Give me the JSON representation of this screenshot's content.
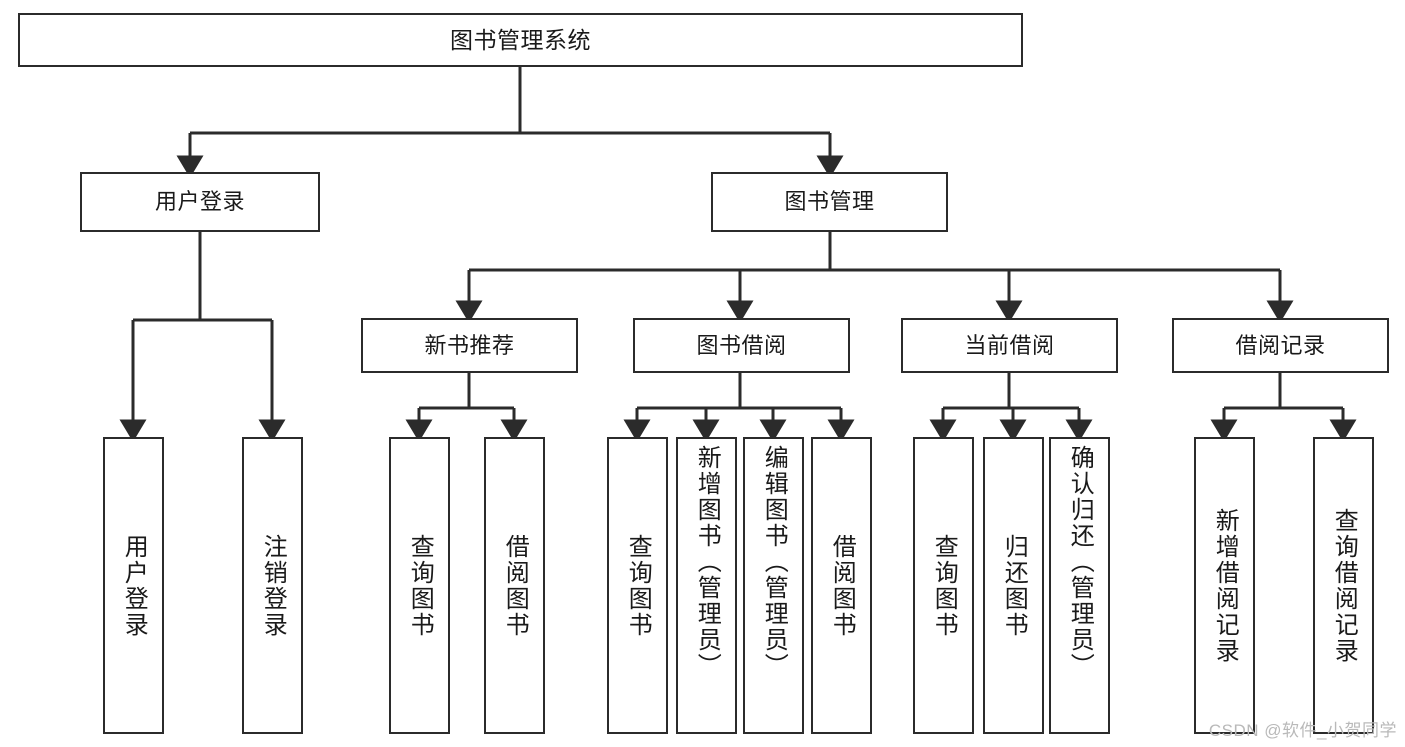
{
  "diagram": {
    "title": "图书管理系统",
    "type": "hierarchy-tree",
    "root": {
      "label": "图书管理系统"
    },
    "level2": [
      {
        "label": "用户登录"
      },
      {
        "label": "图书管理"
      }
    ],
    "level3": [
      {
        "label": "新书推荐"
      },
      {
        "label": "图书借阅"
      },
      {
        "label": "当前借阅"
      },
      {
        "label": "借阅记录"
      }
    ],
    "leaves": [
      {
        "label": "用户登录",
        "parent": "用户登录"
      },
      {
        "label": "注销登录",
        "parent": "用户登录"
      },
      {
        "label": "查询图书",
        "parent": "新书推荐"
      },
      {
        "label": "借阅图书",
        "parent": "新书推荐"
      },
      {
        "label": "查询图书",
        "parent": "图书借阅"
      },
      {
        "label": "新增图书（管理员）",
        "parent": "图书借阅"
      },
      {
        "label": "编辑图书（管理员）",
        "parent": "图书借阅"
      },
      {
        "label": "借阅图书",
        "parent": "图书借阅"
      },
      {
        "label": "查询图书",
        "parent": "当前借阅"
      },
      {
        "label": "归还图书",
        "parent": "当前借阅"
      },
      {
        "label": "确认归还（管理员）",
        "parent": "当前借阅"
      },
      {
        "label": "新增借阅记录",
        "parent": "借阅记录"
      },
      {
        "label": "查询借阅记录",
        "parent": "借阅记录"
      }
    ]
  },
  "watermark": {
    "text": "CSDN @软件_小贺同学"
  },
  "colors": {
    "stroke": "#2b2b2b",
    "fill": "#ffffff",
    "text": "#1a1a1a",
    "watermark": "#b9b9b9"
  }
}
